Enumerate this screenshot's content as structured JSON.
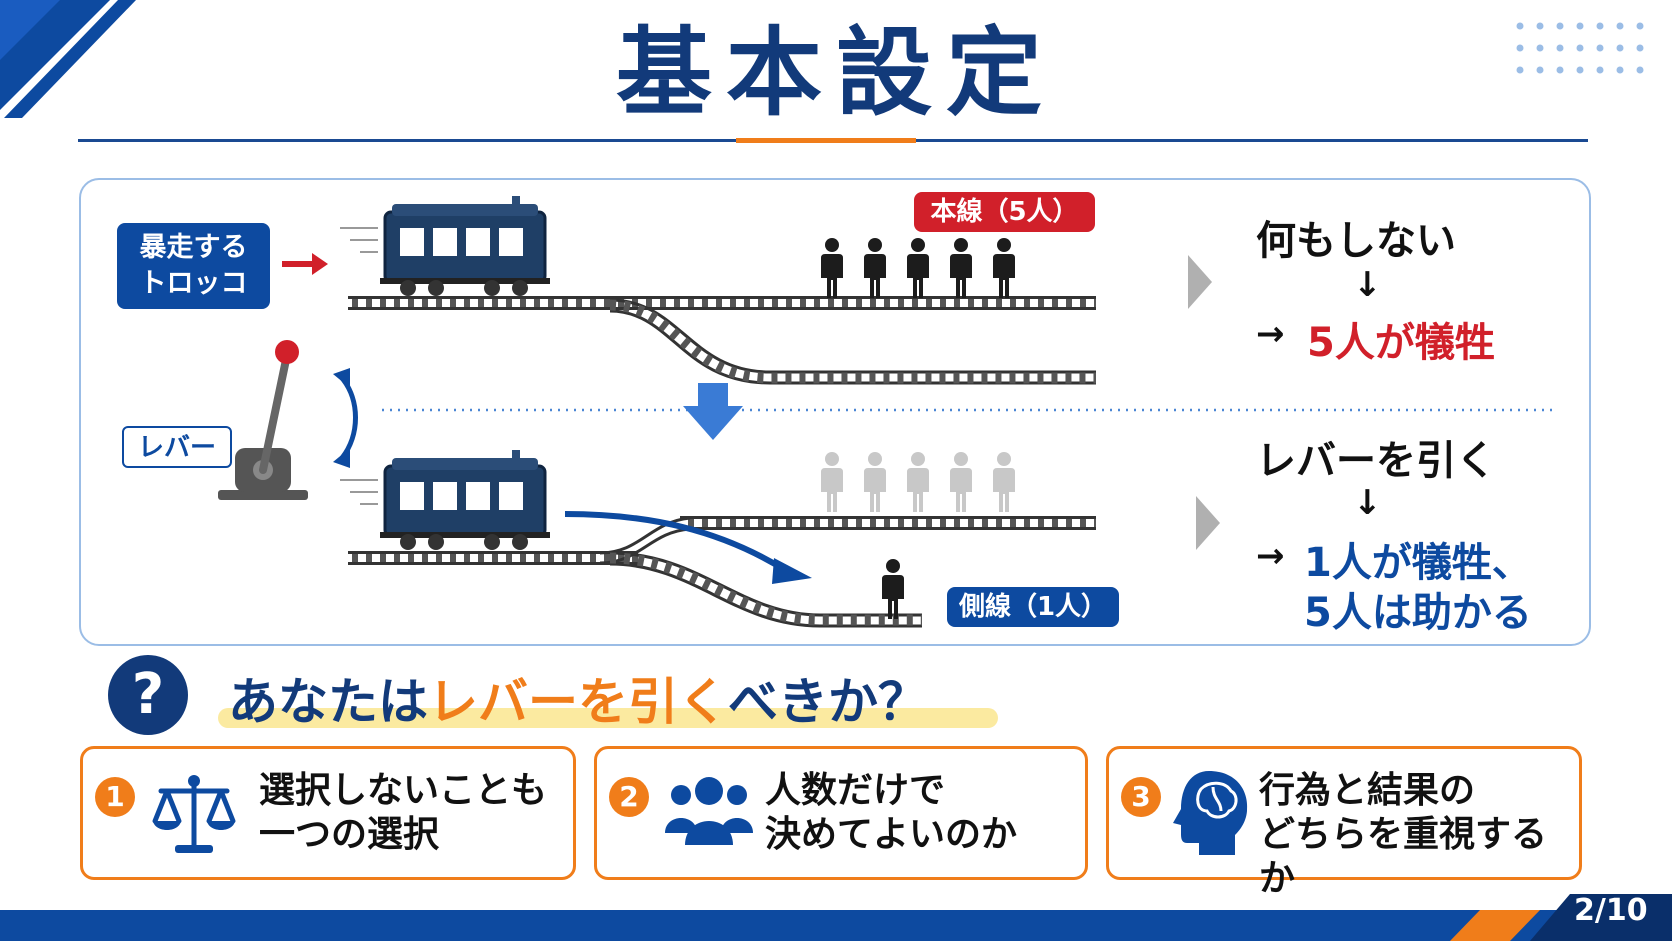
{
  "title": "基本設定",
  "scenario": {
    "trolley_label": "暴走する\nトロッコ",
    "main_line_label": "本線（5人）",
    "side_line_label": "側線（1人）",
    "lever_label": "レバー",
    "outcome_do_nothing": {
      "heading": "何もしない",
      "down_arrow": "↓",
      "arrow": "→",
      "result": "5人が犠牲"
    },
    "outcome_pull_lever": {
      "heading": "レバーを引く",
      "down_arrow": "↓",
      "arrow": "→",
      "result_line1": "1人が犠牲、",
      "result_line2": "5人は助かる"
    }
  },
  "question": {
    "icon_text": "?",
    "prefix": "あなたは",
    "highlight": "レバーを引く",
    "suffix": "べきか？"
  },
  "points": [
    {
      "number": "1",
      "icon": "scales-icon",
      "line1": "選択しないことも",
      "line2": "一つの選択"
    },
    {
      "number": "2",
      "icon": "people-group-icon",
      "line1": "人数だけで",
      "line2": "決めてよいのか"
    },
    {
      "number": "3",
      "icon": "head-brain-icon",
      "line1": "行為と結果の",
      "line2": "どちらを重視するか"
    }
  ],
  "page_number": "2/10",
  "colors": {
    "navy": "#123a7a",
    "blue": "#0d4aa0",
    "red": "#d1202a",
    "orange": "#f07d1a",
    "panel_border": "#9bbde6"
  }
}
